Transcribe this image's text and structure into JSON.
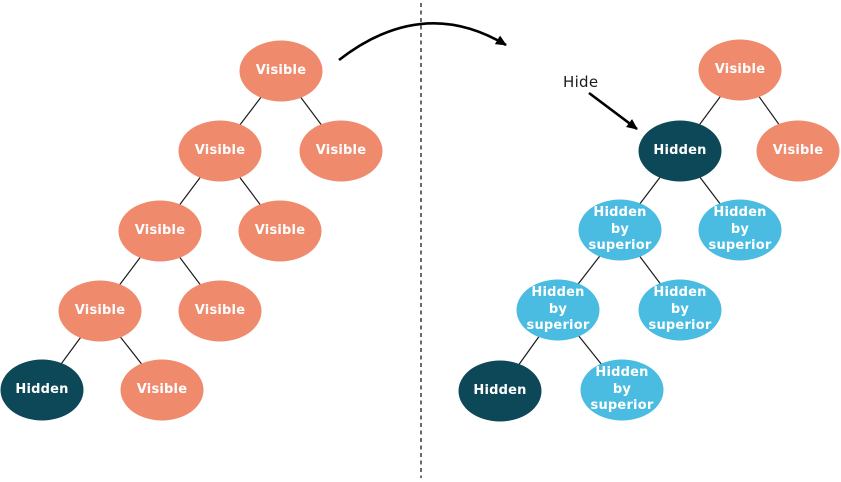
{
  "colors": {
    "visible": "#EF8A6D",
    "hidden": "#0D4859",
    "hidden_by_superior": "#4ABCE1",
    "line": "#1B1B1B",
    "node_text": "#FFFFFF",
    "annotation_text": "#1B1B1B"
  },
  "annotations": {
    "hide_label": "Hide"
  },
  "trees": {
    "left": {
      "nodes": [
        {
          "label": "Visible",
          "state": "visible"
        },
        {
          "label": "Visible",
          "state": "visible"
        },
        {
          "label": "Visible",
          "state": "visible"
        },
        {
          "label": "Visible",
          "state": "visible"
        },
        {
          "label": "Visible",
          "state": "visible"
        },
        {
          "label": "Visible",
          "state": "visible"
        },
        {
          "label": "Visible",
          "state": "visible"
        },
        {
          "label": "Hidden",
          "state": "hidden"
        },
        {
          "label": "Visible",
          "state": "visible"
        }
      ]
    },
    "right": {
      "nodes": [
        {
          "label": "Visible",
          "state": "visible"
        },
        {
          "label": "Hidden",
          "state": "hidden"
        },
        {
          "label": "Visible",
          "state": "visible"
        },
        {
          "label": "Hidden by superior",
          "state": "hidden_by_superior"
        },
        {
          "label": "Hidden by superior",
          "state": "hidden_by_superior"
        },
        {
          "label": "Hidden by superior",
          "state": "hidden_by_superior"
        },
        {
          "label": "Hidden by superior",
          "state": "hidden_by_superior"
        },
        {
          "label": "Hidden",
          "state": "hidden"
        },
        {
          "label": "Hidden by superior",
          "state": "hidden_by_superior"
        }
      ]
    }
  }
}
